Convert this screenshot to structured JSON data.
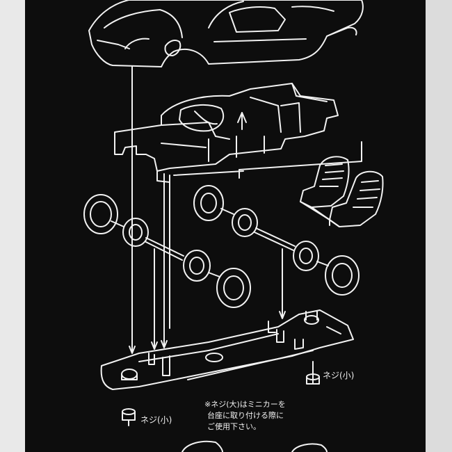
{
  "diagram": {
    "colors": {
      "background_outer": "#e9e9e9",
      "panel": "#0d0d0d",
      "line": "#f2f2f2"
    },
    "parts": [
      {
        "id": "body-shell",
        "name": "car body shell"
      },
      {
        "id": "interior-tub",
        "name": "interior tub"
      },
      {
        "id": "seats",
        "name": "seats"
      },
      {
        "id": "front-wheels",
        "name": "front wheels and axle"
      },
      {
        "id": "rear-wheels",
        "name": "rear wheels and axle"
      },
      {
        "id": "chassis-base",
        "name": "chassis base plate"
      },
      {
        "id": "screw-small-right",
        "name": "small screw"
      },
      {
        "id": "screw-small-bottom",
        "name": "small screw"
      }
    ],
    "labels": {
      "screw_right": "ネジ(小)",
      "screw_bottom": "ネジ(小)",
      "note_line1": "※ネジ(大)はミニカーを",
      "note_line2": "台座に取り付ける際に",
      "note_line3": "ご使用下さい。"
    }
  }
}
